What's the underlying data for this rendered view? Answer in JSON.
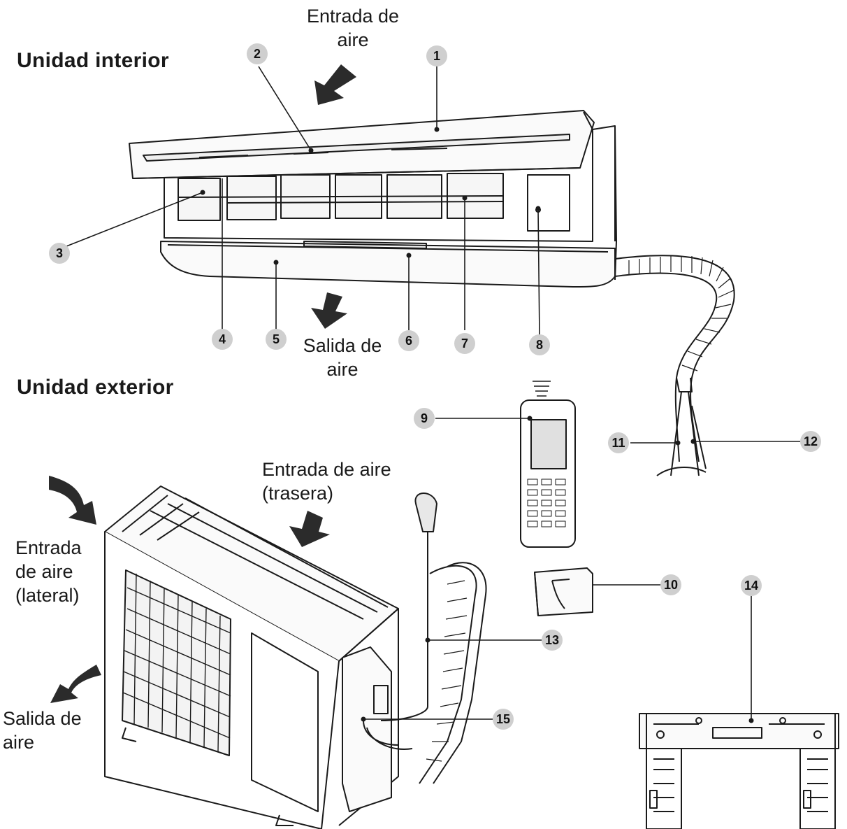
{
  "headings": {
    "indoor": "Unidad interior",
    "outdoor": "Unidad exterior"
  },
  "airflow": {
    "indoor_in_line1": "Entrada de",
    "indoor_in_line2": "aire",
    "indoor_out_line1": "Salida de",
    "indoor_out_line2": "aire",
    "outdoor_rear_line1": "Entrada de aire",
    "outdoor_rear_line2": "(trasera)",
    "outdoor_side_line1": "Entrada",
    "outdoor_side_line2": "de aire",
    "outdoor_side_line3": "(lateral)",
    "outdoor_out_line1": "Salida de",
    "outdoor_out_line2": "aire"
  },
  "callouts": [
    "1",
    "2",
    "3",
    "4",
    "5",
    "6",
    "7",
    "8",
    "9",
    "10",
    "11",
    "12",
    "13",
    "14",
    "15"
  ],
  "colors": {
    "badge": "#cfcfcf",
    "line": "#1a1a1a",
    "arrow": "#2b2b2b"
  }
}
